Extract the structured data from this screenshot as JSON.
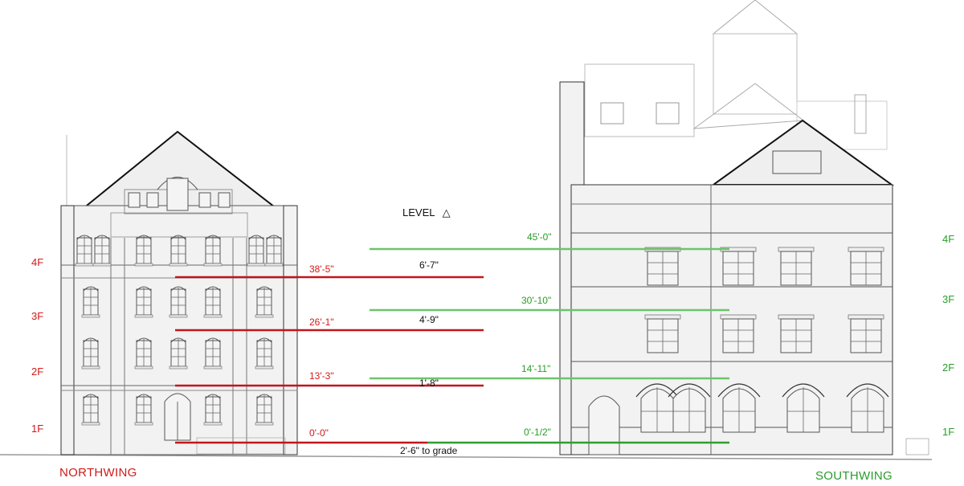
{
  "legend": {
    "title": "LEVEL",
    "symbol": "△"
  },
  "colors": {
    "north": "#d11a1a",
    "south": "#2a9d2a",
    "north_line": "#c0161c",
    "south_line": "#6cc46c",
    "grade_line": "#2f9e2f"
  },
  "north_wing": {
    "name": "NORTHWING",
    "floors": [
      {
        "label": "4F",
        "elevation": "38'-5\""
      },
      {
        "label": "3F",
        "elevation": "26'-1\""
      },
      {
        "label": "2F",
        "elevation": "13'-3\""
      },
      {
        "label": "1F",
        "elevation": "0'-0\""
      }
    ]
  },
  "south_wing": {
    "name": "SOUTHWING",
    "floors": [
      {
        "label": "4F",
        "elevation": "45'-0\""
      },
      {
        "label": "3F",
        "elevation": "30'-10\""
      },
      {
        "label": "2F",
        "elevation": "14'-11\""
      },
      {
        "label": "1F",
        "elevation": "0'-1/2\""
      }
    ]
  },
  "differences": [
    {
      "between": "4F",
      "value": "6'-7\""
    },
    {
      "between": "3F",
      "value": "4'-9\""
    },
    {
      "between": "2F",
      "value": "1'-8\""
    },
    {
      "between": "grade",
      "value": "2'-6\" to grade"
    }
  ]
}
